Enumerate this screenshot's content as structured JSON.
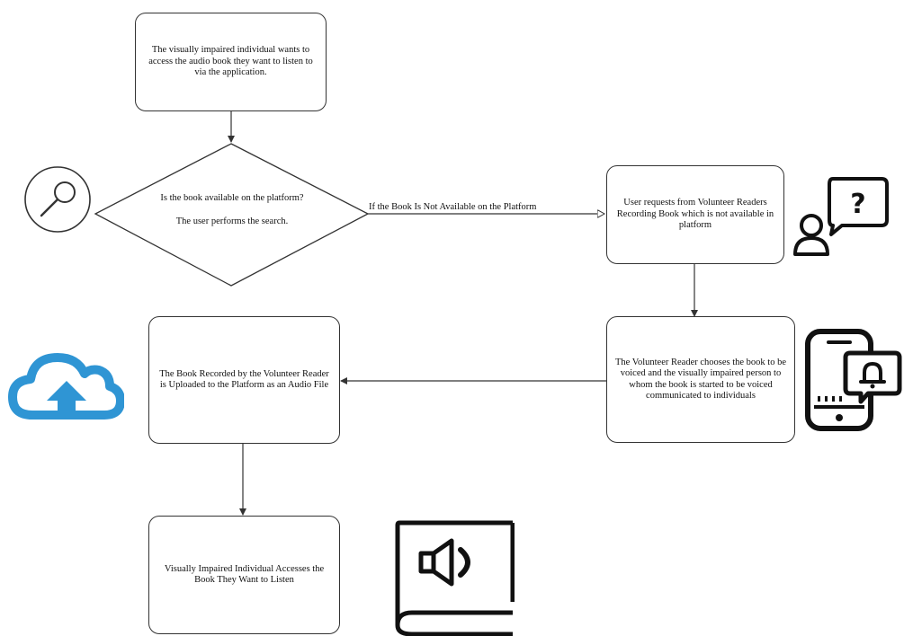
{
  "nodes": {
    "start": "The visually impaired individual wants to access the audio book they want to listen to via the application.",
    "decision_line1": "Is the book available on the platform?",
    "decision_line2": "The user performs the search.",
    "request": "User requests from Volunteer Readers Recording Book which is not available in platform",
    "volunteer": "The Volunteer Reader chooses the book to be voiced and the visually impaired person to whom the book is started to be voiced communicated to individuals",
    "upload": "The Book Recorded by the Volunteer Reader is Uploaded to the Platform as an Audio File",
    "access": "Visually Impaired Individual Accesses the Book They Want to Listen"
  },
  "edges": {
    "not_available_label": "If the Book Is Not Available on the Platform"
  },
  "icons": {
    "search": "magnifier-icon",
    "request": "user-question-icon",
    "notify": "phone-notification-icon",
    "upload": "cloud-upload-icon",
    "audiobook": "audiobook-speaker-icon"
  },
  "colors": {
    "cloud": "#2f95d4",
    "stroke": "#333333",
    "icon_dark": "#111111"
  }
}
